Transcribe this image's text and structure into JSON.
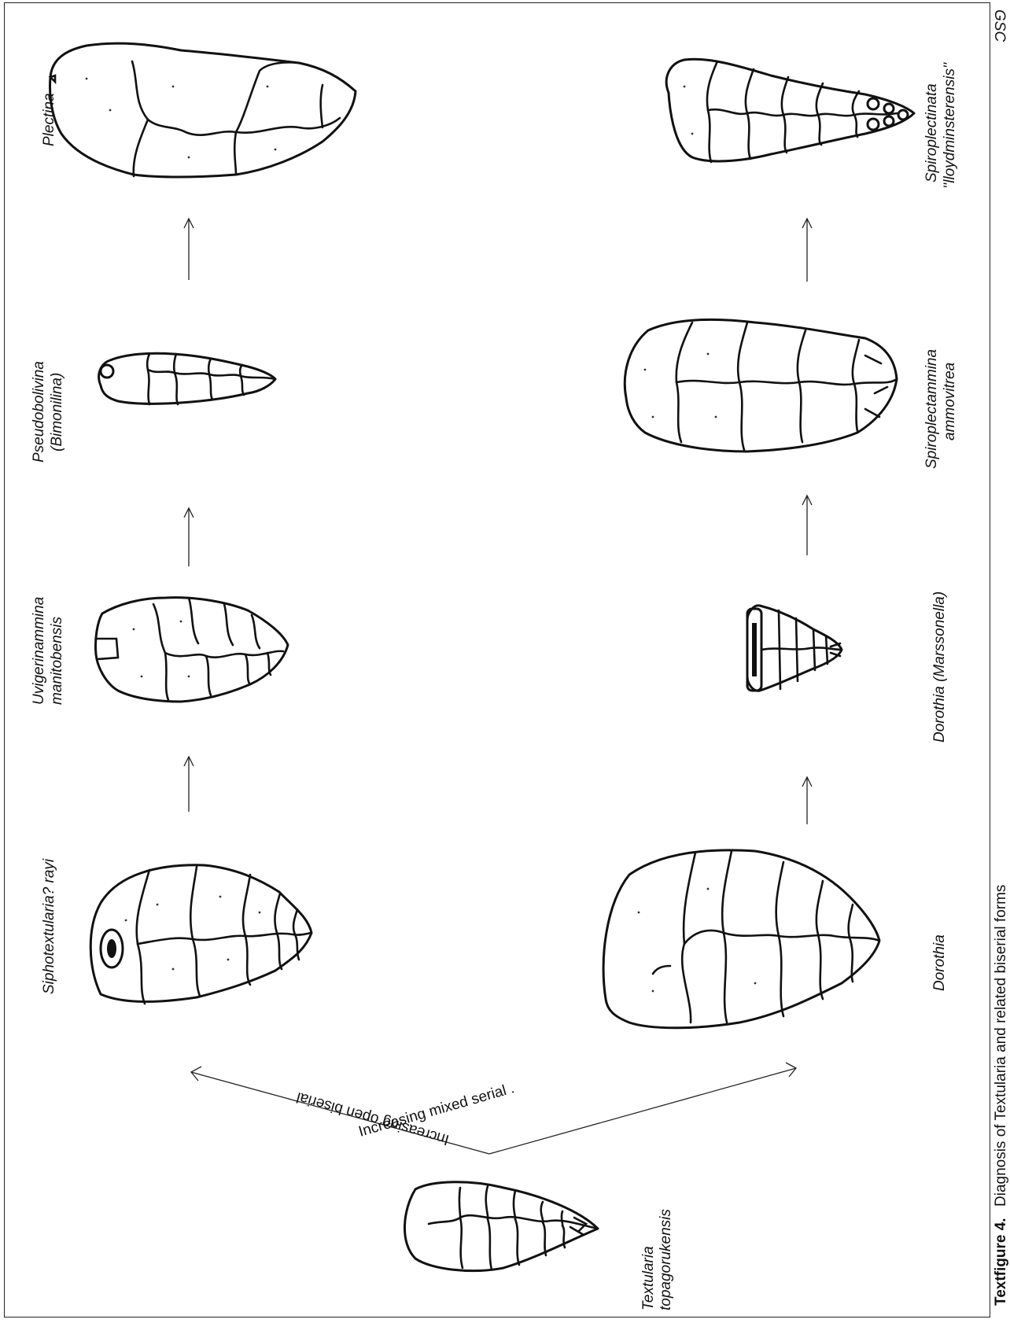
{
  "figure": {
    "caption_label": "Textfigure 4.",
    "caption_text": "Diagnosis of Textularia and related biserial forms",
    "credit": "GSC"
  },
  "branches": {
    "upper": "Increasing open biserial",
    "lower": "Increasing mixed serial ."
  },
  "origin_taxon": {
    "line1": "Textularia",
    "line2": "topagorukensis"
  },
  "row_open_biserial": [
    {
      "line1": "Siphotextularia?  rayi",
      "line2": ""
    },
    {
      "line1": "Uvigerinammina",
      "line2": "manitobensis"
    },
    {
      "line1": "Pseudobolivina",
      "line2": "(Bimonilina)"
    },
    {
      "line1": "Plectina",
      "line2": ""
    }
  ],
  "row_mixed_serial": [
    {
      "line1": "Dorothia",
      "line2": ""
    },
    {
      "line1": "Dorothia (Marssonella)",
      "line2": ""
    },
    {
      "line1": "Spiroplectammina",
      "line2": "ammovitrea"
    },
    {
      "line1": "Spiroplectinata",
      "line2": "''lloydminsterensis''"
    }
  ],
  "colors": {
    "ink": "#111111",
    "paper": "#ffffff"
  }
}
